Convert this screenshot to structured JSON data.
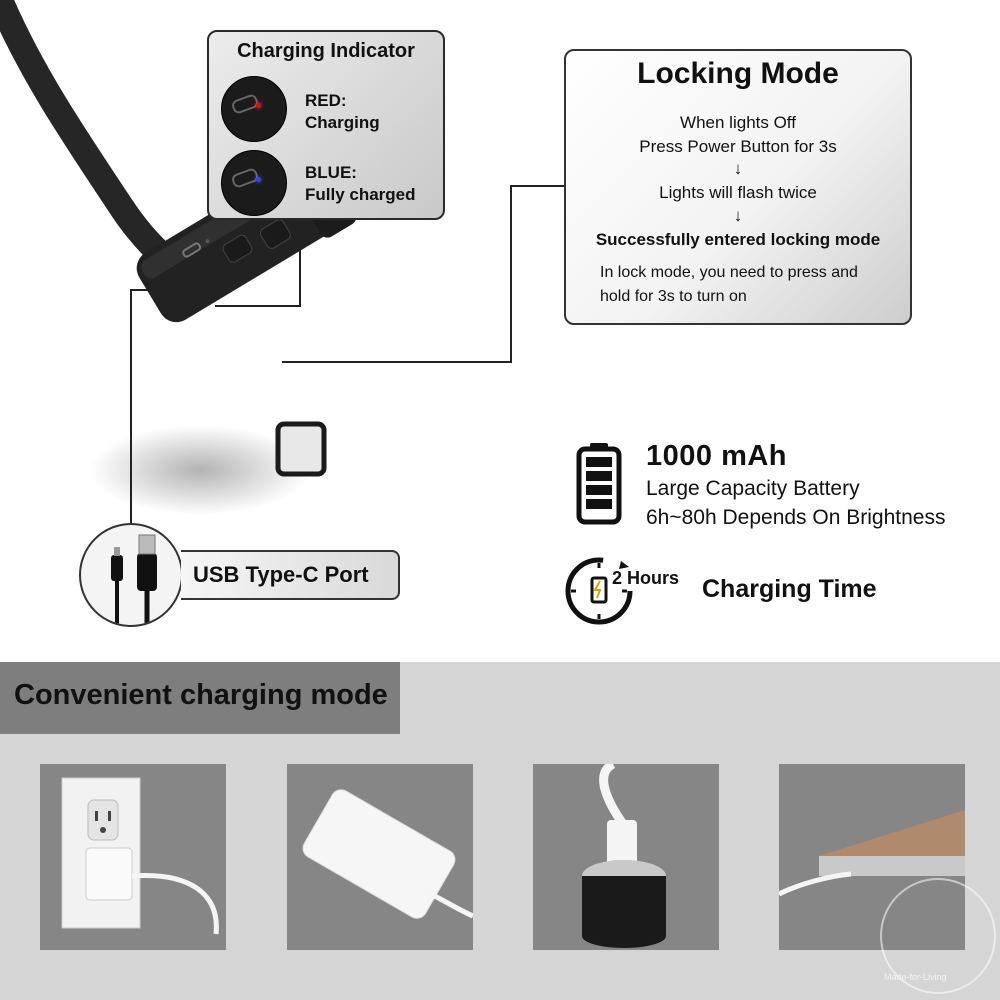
{
  "charging_indicator": {
    "title": "Charging  Indicator",
    "red_line1": "RED:",
    "red_line2": "Charging",
    "blue_line1": "BLUE:",
    "blue_line2": "Fully charged",
    "red_color": "#e01010",
    "blue_color": "#2a46ff"
  },
  "locking_mode": {
    "title": "Locking Mode",
    "line1": "When lights Off",
    "line2": "Press Power Button for 3s",
    "arrow": "↓",
    "line3": "Lights will flash twice",
    "line4": "Successfully entered locking mode",
    "note1": "In lock mode, you need to press and",
    "note2": "hold for 3s to turn on"
  },
  "usb": {
    "label": "USB Type-C Port"
  },
  "battery": {
    "capacity": "1000 mAh",
    "desc1": "Large Capacity Battery",
    "desc2": "6h~80h Depends On Brightness",
    "icon": "battery-icon"
  },
  "charging": {
    "hours": "2 Hours",
    "label": "Charging Time",
    "icon": "clock-charge-icon"
  },
  "bottom": {
    "title": "Convenient charging mode",
    "tiles": [
      "wall-outlet",
      "power-bank",
      "usb-adapter",
      "laptop"
    ]
  },
  "watermark": {
    "text": "Made-for-Living"
  }
}
